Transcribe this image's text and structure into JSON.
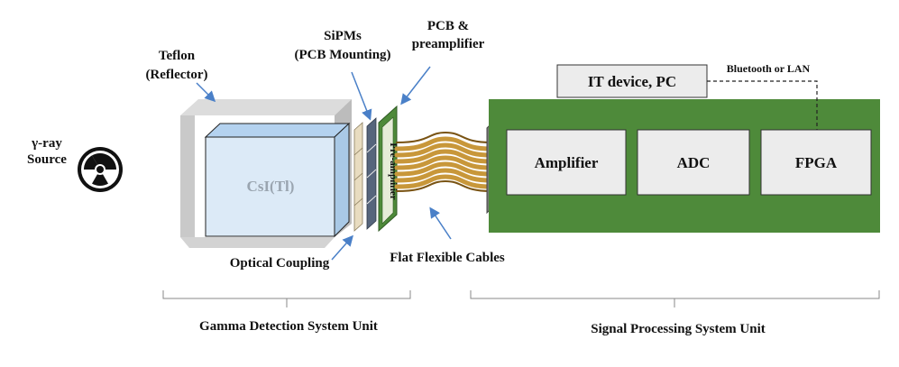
{
  "source": {
    "line1": "γ-ray",
    "line2": "Source",
    "icon": "radiation-icon"
  },
  "labels": {
    "teflon_line1": "Teflon",
    "teflon_line2": "(Reflector)",
    "sipms_line1": "SiPMs",
    "sipms_line2": "(PCB Mounting)",
    "pcb_line1": "PCB &",
    "pcb_line2": "preamplifier",
    "crystal": "CsI(Tl)",
    "preamp": "Pre-amplifier",
    "optical": "Optical Coupling",
    "cables": "Flat Flexible Cables"
  },
  "processing": {
    "pc": "IT device, PC",
    "link": "Bluetooth or LAN",
    "blocks": [
      "Amplifier",
      "ADC",
      "FPGA"
    ]
  },
  "units": {
    "gamma": "Gamma Detection System Unit",
    "signal": "Signal Processing System Unit"
  },
  "colors": {
    "board": "#4e8a3a",
    "crystal_top": "#b4d2ef",
    "crystal_face": "#dceaf7",
    "teflon": "#cfcfcf",
    "coupling": "#e8dcc0",
    "sipm": "#56657c",
    "arrow": "#4a80c8",
    "cable": "#c8973a"
  }
}
